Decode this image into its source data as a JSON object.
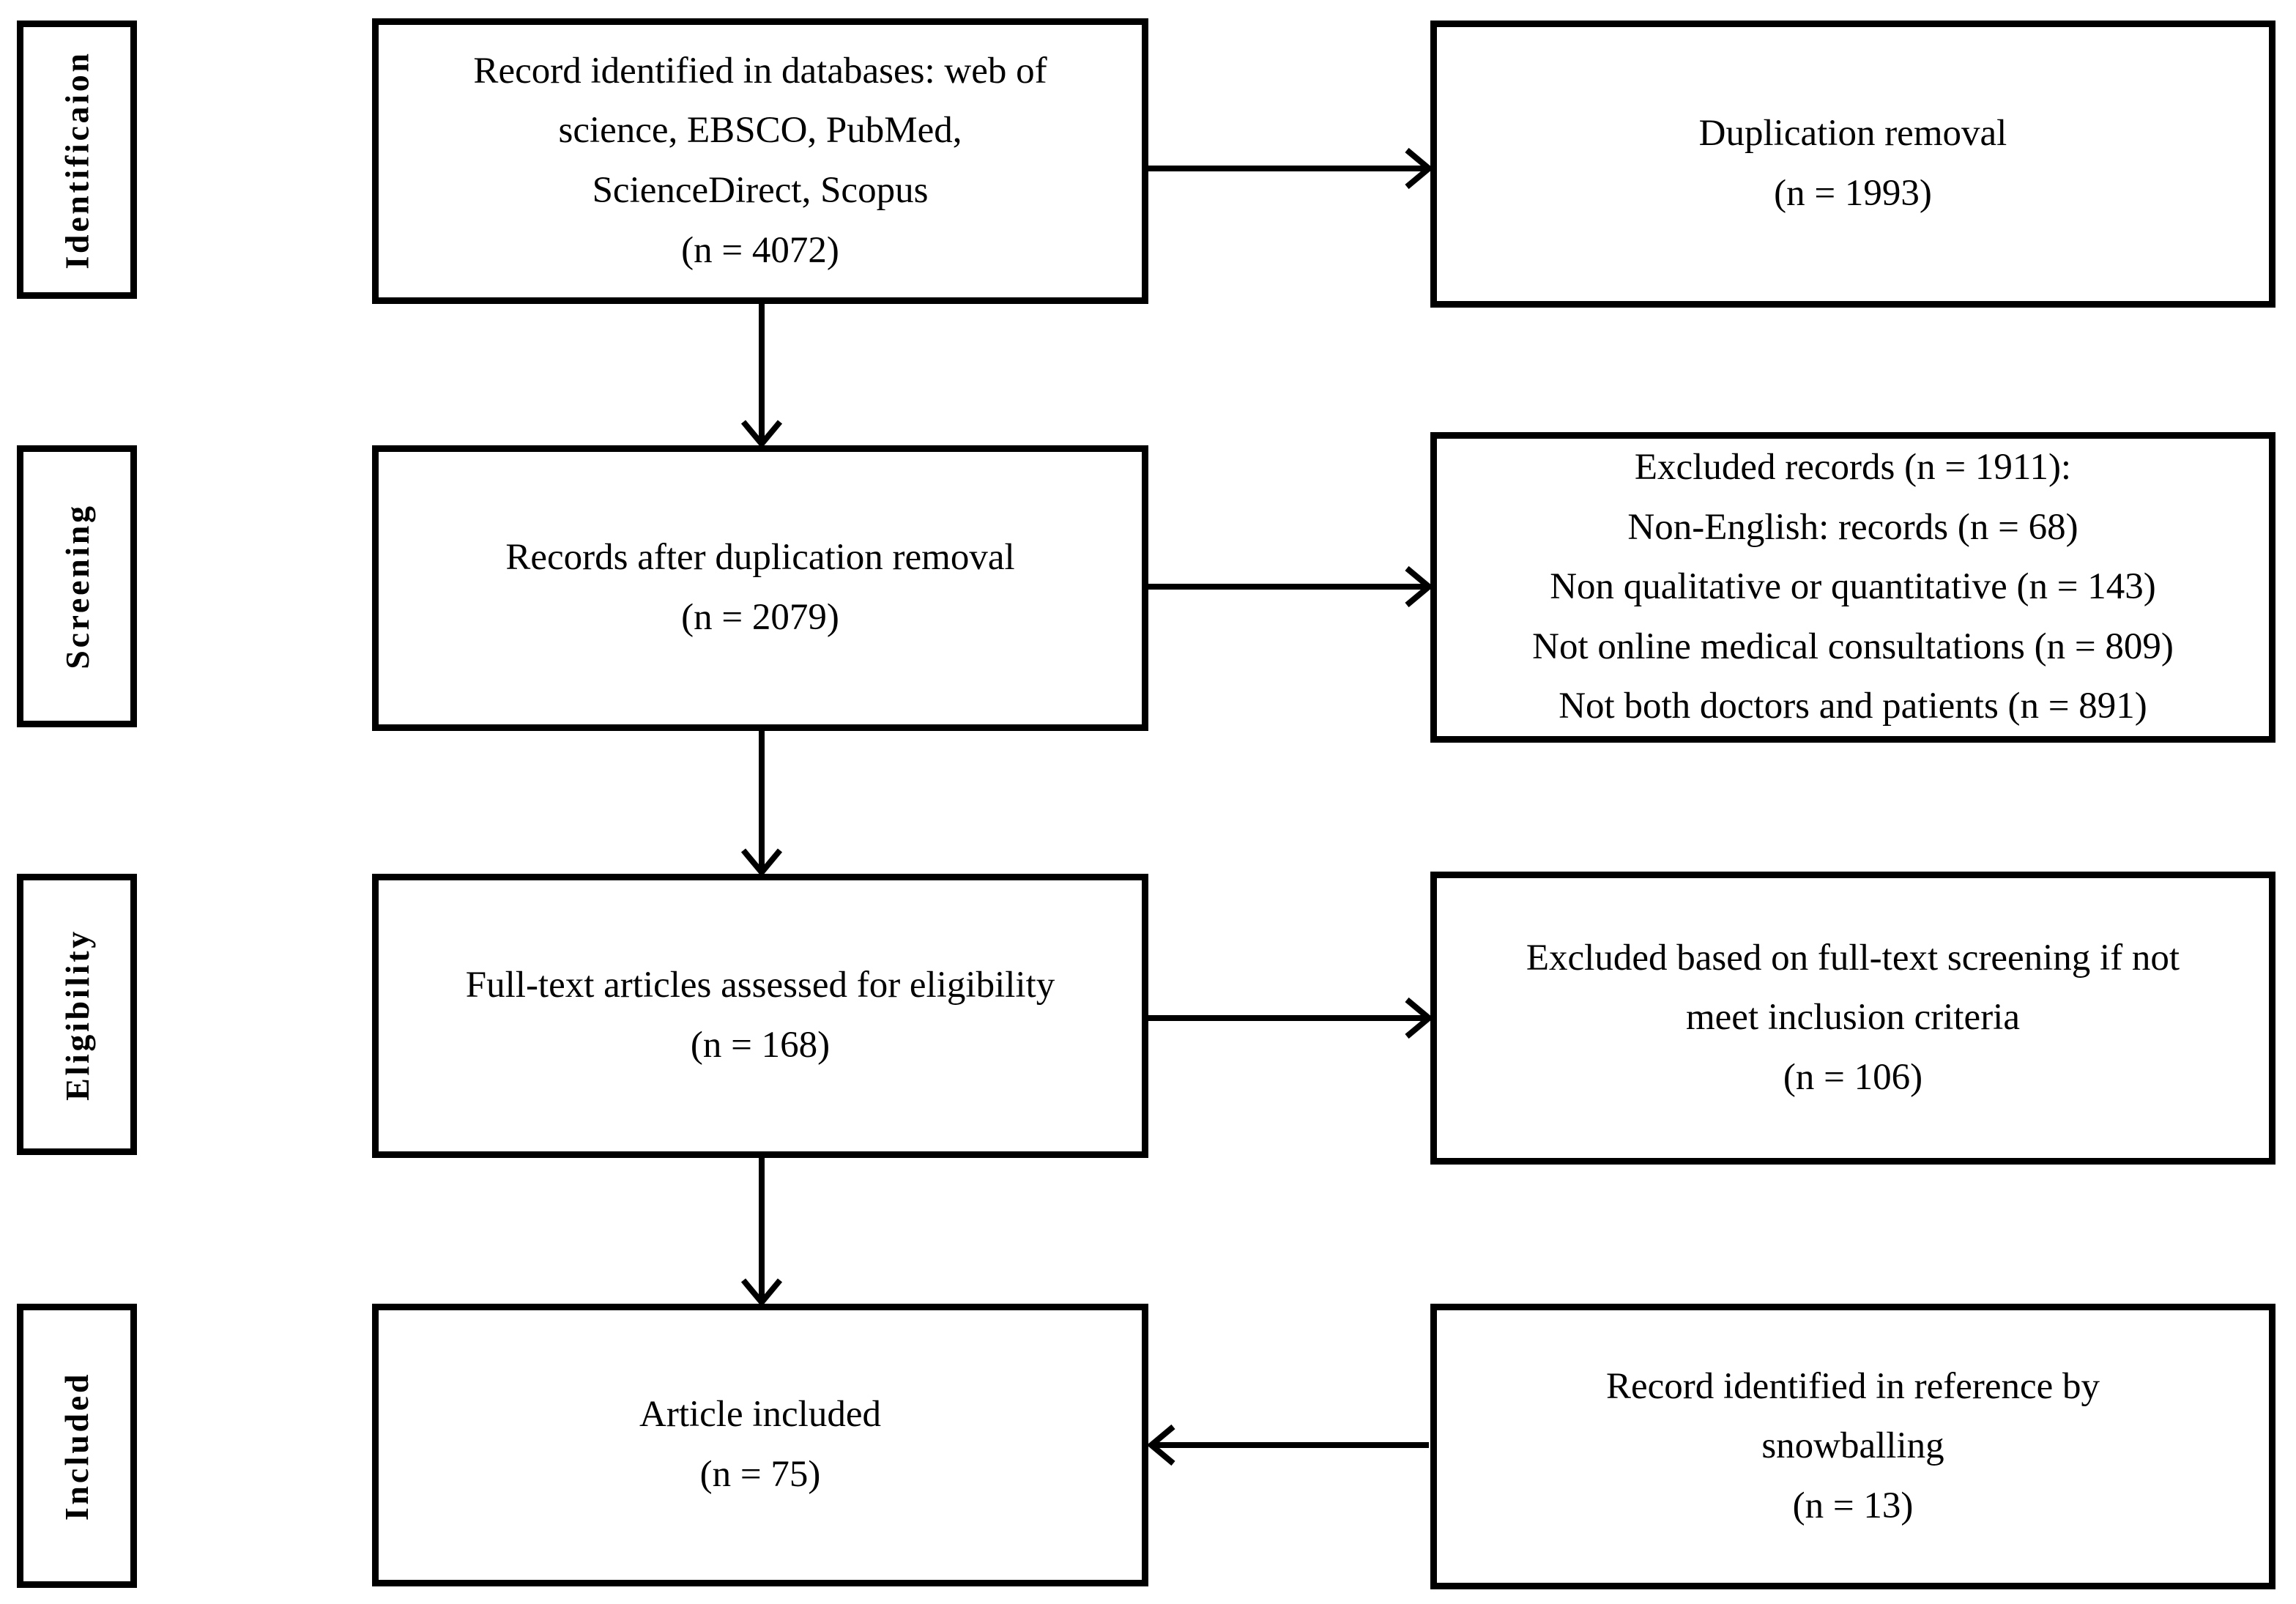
{
  "figure": {
    "background": "#ffffff",
    "ink": "#000000",
    "stage_labels": [
      {
        "label": "Identificaion"
      },
      {
        "label": "Screening"
      },
      {
        "label": "Eligibility"
      },
      {
        "label": "Included"
      }
    ],
    "flow_boxes": [
      {
        "text": "Record identified in databases: web of\nscience, EBSCO, PubMed,\nScienceDirect, Scopus\n(n = 4072)"
      },
      {
        "text": "Records after duplication removal\n(n = 2079)"
      },
      {
        "text": "Full-text articles assessed for eligibility\n(n = 168)"
      },
      {
        "text": "Article included\n(n = 75)"
      }
    ],
    "side_boxes": [
      {
        "text": "Duplication removal\n(n = 1993)"
      },
      {
        "text": "Excluded records (n = 1911):\nNon-English: records (n = 68)\nNon qualitative or quantitative (n = 143)\nNot online medical consultations (n = 809)\nNot both doctors and patients (n = 891)"
      },
      {
        "text": "Excluded based on full-text screening if not\nmeet inclusion criteria\n(n = 106)"
      },
      {
        "text": "Record identified in reference by\nsnowballing\n(n = 13)"
      }
    ]
  }
}
